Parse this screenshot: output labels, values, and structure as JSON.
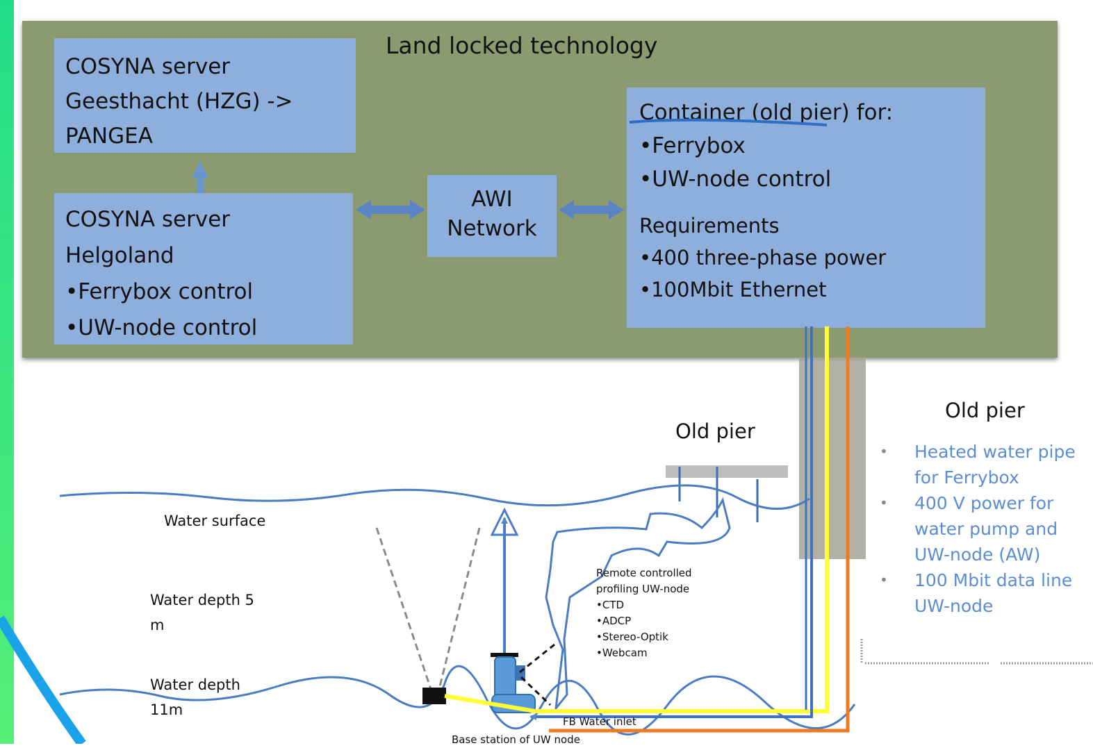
{
  "colors": {
    "panel": "#8c9a70",
    "box": "#8eaedb",
    "arrow_blue": "#5a84c4",
    "cable_yellow": "#ffff33",
    "cable_orange": "#ee7a22",
    "bullet_text": "#5a8ed0"
  },
  "panel": {
    "title": "Land locked technology"
  },
  "pangea_box": {
    "lines": [
      "COSYNA server",
      "Geesthacht (HZG) ->",
      "PANGEA"
    ]
  },
  "helgoland_box": {
    "lines": [
      "COSYNA server",
      "Helgoland",
      "•Ferrybox control",
      "•UW-node control"
    ]
  },
  "awi_box": {
    "lines": [
      "AWI",
      "Network"
    ]
  },
  "container_box": {
    "lines": [
      "Container (old pier) for:",
      "•Ferrybox",
      "•UW-node control"
    ],
    "requirements_title": "Requirements",
    "requirements": [
      "•400 three-phase power",
      "•100Mbit Ethernet"
    ]
  },
  "pier": {
    "label_center": "Old pier",
    "label_right": "Old pier",
    "bullets": [
      "Heated water pipe for Ferrybox",
      "400 V power for water pump and UW-node (AW)",
      "100 Mbit data line UW-node"
    ]
  },
  "water": {
    "surface": "Water surface",
    "depth5": [
      "Water depth 5",
      "m"
    ],
    "depth11": [
      "Water depth",
      "11m"
    ]
  },
  "uw_node": {
    "lines": [
      "Remote controlled",
      "profiling UW-node",
      "•CTD",
      "•ADCP",
      "•Stereo-Optik",
      "•Webcam"
    ]
  },
  "fb_inlet": "FB Water inlet",
  "base_station": "Base station of UW node"
}
